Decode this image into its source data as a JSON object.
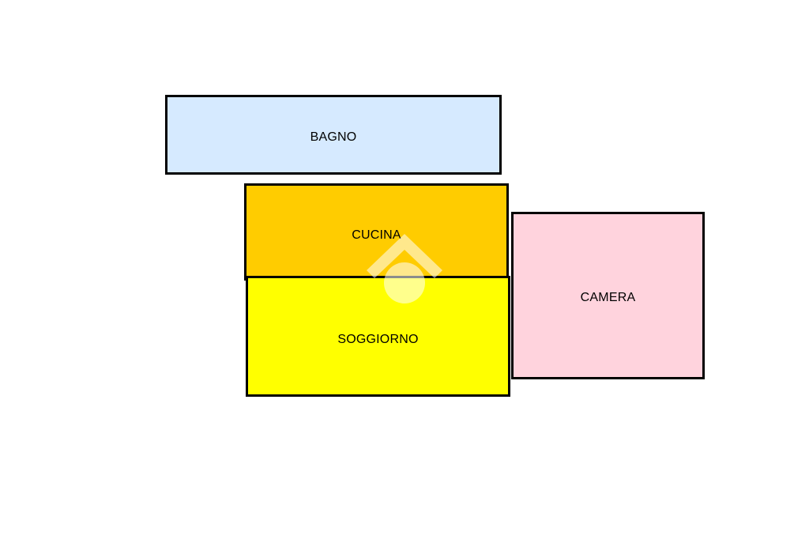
{
  "floorplan": {
    "rooms": [
      {
        "id": "bagno",
        "label": "BAGNO",
        "color": "#d6eaff"
      },
      {
        "id": "cucina",
        "label": "CUCINA",
        "color": "#ffcc00"
      },
      {
        "id": "soggiorno",
        "label": "SOGGIORNO",
        "color": "#ffff00"
      },
      {
        "id": "camera",
        "label": "CAMERA",
        "color": "#ffd3dd"
      }
    ],
    "watermark_icon": "house-logo-icon"
  }
}
